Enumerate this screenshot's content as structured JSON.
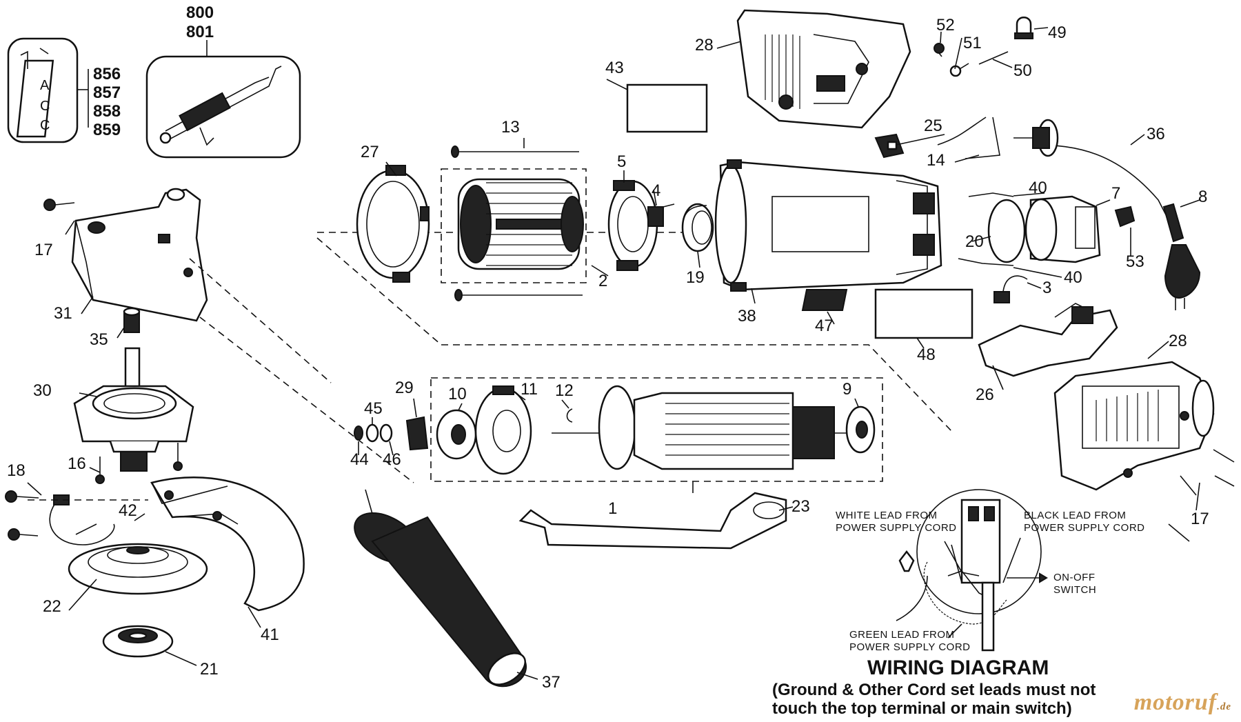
{
  "labels": {
    "l800": "800",
    "l801": "801",
    "l856": "856",
    "l857": "857",
    "l858": "858",
    "l859": "859",
    "l1": "1",
    "l2": "2",
    "l3": "3",
    "l4": "4",
    "l5": "5",
    "l7": "7",
    "l8": "8",
    "l9": "9",
    "l10": "10",
    "l11": "11",
    "l12": "12",
    "l13": "13",
    "l14": "14",
    "l16": "16",
    "l17a": "17",
    "l17b": "17",
    "l18": "18",
    "l19": "19",
    "l20": "20",
    "l21": "21",
    "l22": "22",
    "l23": "23",
    "l25": "25",
    "l26": "26",
    "l27": "27",
    "l28a": "28",
    "l28b": "28",
    "l29": "29",
    "l30": "30",
    "l31": "31",
    "l35": "35",
    "l36": "36",
    "l37": "37",
    "l38": "38",
    "l40a": "40",
    "l40b": "40",
    "l41": "41",
    "l42": "42",
    "l43": "43",
    "l44": "44",
    "l45": "45",
    "l46": "46",
    "l47": "47",
    "l48": "48",
    "l49": "49",
    "l50": "50",
    "l51": "51",
    "l52": "52",
    "l53": "53"
  },
  "label_letters": [
    "A",
    "C",
    "C"
  ],
  "wiring": {
    "white_lead_1": "WHITE LEAD FROM",
    "white_lead_2": "POWER SUPPLY CORD",
    "black_lead_1": "BLACK LEAD FROM",
    "black_lead_2": "POWER SUPPLY CORD",
    "switch_1": "ON-OFF",
    "switch_2": "SWITCH",
    "green_lead_1": "GREEN LEAD FROM",
    "green_lead_2": "POWER SUPPLY CORD",
    "title": "WIRING DIAGRAM",
    "note_1": "(Ground & Other Cord set leads must not",
    "note_2": "touch the top terminal or main switch)"
  },
  "watermark": {
    "text": "motoruf",
    "suffix": ".de"
  },
  "colors": {
    "ink": "#111111",
    "watermark": "#d7a35a"
  }
}
